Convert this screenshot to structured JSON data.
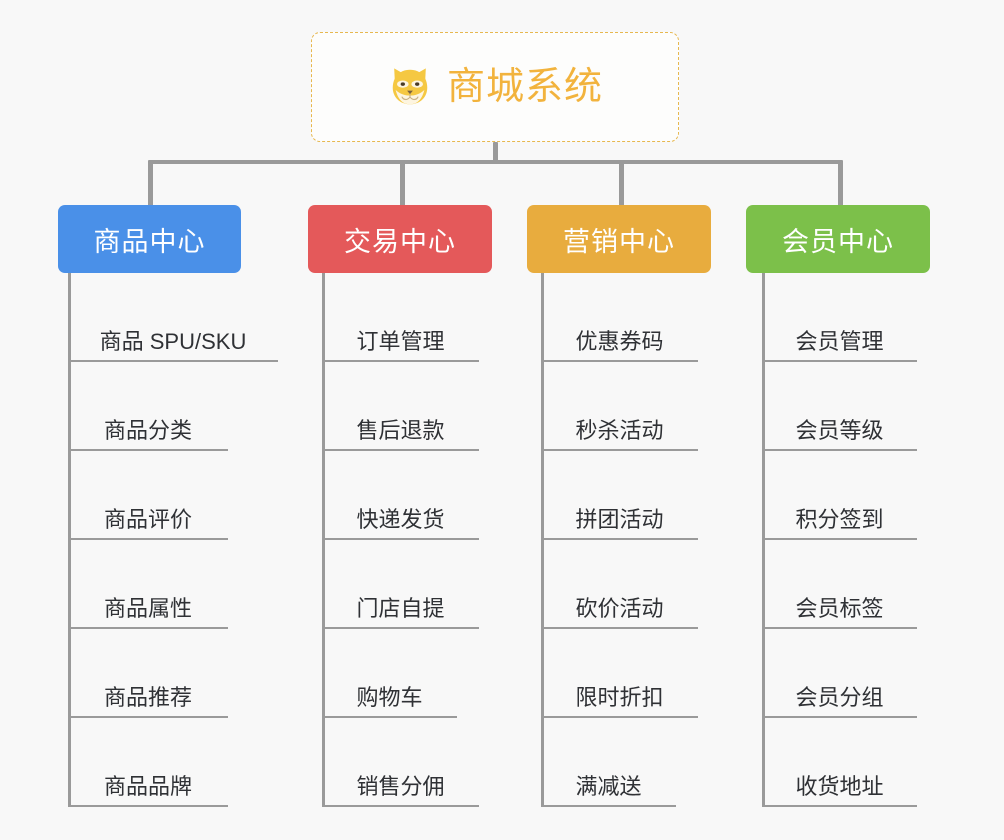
{
  "page": {
    "background_color": "#f8f8f8",
    "connector_color": "#9a9a9a"
  },
  "root": {
    "title": "商城系统",
    "icon": "shiba-dog-face-icon",
    "border_color": "#e7b84f",
    "text_color": "#f2b33d",
    "background_color": "#fdfdfc"
  },
  "branches": [
    {
      "title": "商品中心",
      "color": "#4a90e8",
      "items": [
        "商品 SPU/SKU",
        "商品分类",
        "商品评价",
        "商品属性",
        "商品推荐",
        "商品品牌"
      ]
    },
    {
      "title": "交易中心",
      "color": "#e4595a",
      "items": [
        "订单管理",
        "售后退款",
        "快递发货",
        "门店自提",
        "购物车",
        "销售分佣"
      ]
    },
    {
      "title": "营销中心",
      "color": "#e8ac3e",
      "items": [
        "优惠券码",
        "秒杀活动",
        "拼团活动",
        "砍价活动",
        "限时折扣",
        "满减送"
      ]
    },
    {
      "title": "会员中心",
      "color": "#7cc04a",
      "items": [
        "会员管理",
        "会员等级",
        "积分签到",
        "会员标签",
        "会员分组",
        "收货地址"
      ]
    }
  ]
}
